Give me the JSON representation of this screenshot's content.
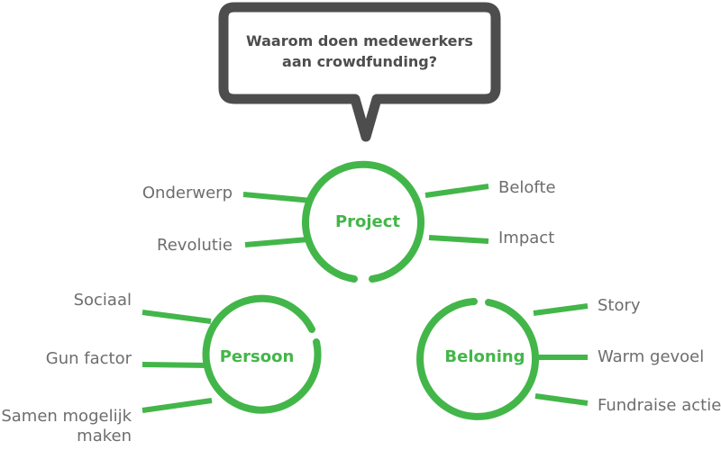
{
  "colors": {
    "accent": "#43b649",
    "bubble_stroke": "#4d4d4d",
    "text": "#6d6d6d"
  },
  "bubble": {
    "line1": "Waarom doen medewerkers",
    "line2": "aan crowdfunding?"
  },
  "hubs": {
    "project": "Project",
    "persoon": "Persoon",
    "beloning": "Beloning"
  },
  "leaves": {
    "onderwerp": "Onderwerp",
    "revolutie": "Revolutie",
    "belofte": "Belofte",
    "impact": "Impact",
    "sociaal": "Sociaal",
    "gun_factor": "Gun factor",
    "samen_line1": "Samen mogelijk",
    "samen_line2": "maken",
    "story": "Story",
    "warm_gevoel": "Warm gevoel",
    "fundraise_actie": "Fundraise actie"
  }
}
